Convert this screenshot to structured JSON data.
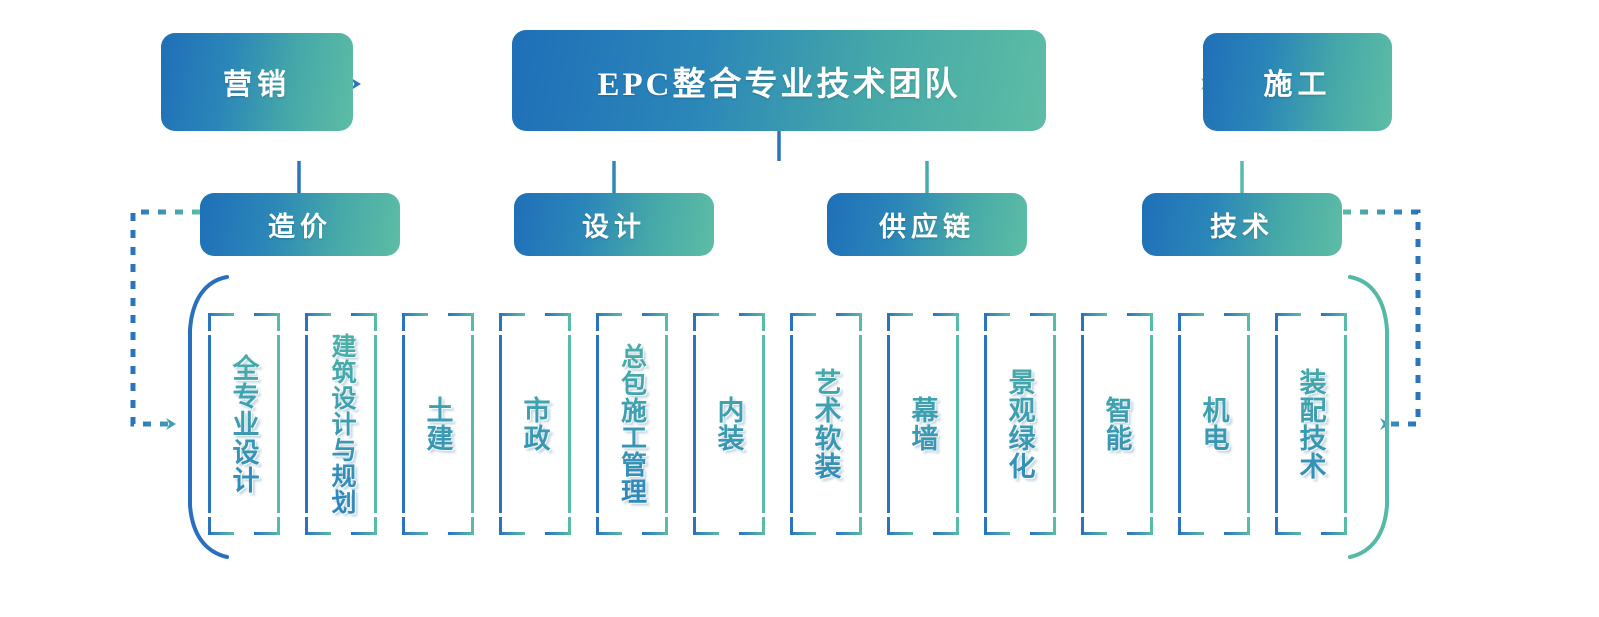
{
  "diagram": {
    "type": "organizational-hierarchy",
    "root": {
      "label": "EPC整合专业技术团队"
    },
    "side_nodes": [
      {
        "id": "marketing",
        "label": "营销",
        "position": "left",
        "arrow": "dashed-arrow-left"
      },
      {
        "id": "construction",
        "label": "施工",
        "position": "right",
        "arrow": "dashed-arrow-right"
      }
    ],
    "departments": [
      {
        "id": "cost",
        "label": "造价"
      },
      {
        "id": "design",
        "label": "设计"
      },
      {
        "id": "supply",
        "label": "供应链"
      },
      {
        "id": "technology",
        "label": "技术"
      }
    ],
    "specialties": [
      {
        "id": "full-professional-design",
        "label": "全专业设计"
      },
      {
        "id": "architectural-planning",
        "label": "建筑设计与规划"
      },
      {
        "id": "civil-engineering",
        "label": "土建"
      },
      {
        "id": "municipal",
        "label": "市政"
      },
      {
        "id": "general-contract-mgmt",
        "label": "总包施工管理"
      },
      {
        "id": "interior-decoration",
        "label": "内装"
      },
      {
        "id": "art-soft-furnishing",
        "label": "艺术软装"
      },
      {
        "id": "curtain-wall",
        "label": "幕墙"
      },
      {
        "id": "landscape-greening",
        "label": "景观绿化"
      },
      {
        "id": "intelligent",
        "label": "智能"
      },
      {
        "id": "electromechanical",
        "label": "机电"
      },
      {
        "id": "assembly-technology",
        "label": "装配技术"
      }
    ],
    "colors": {
      "gradient_start": "#1f6fb8",
      "gradient_mid": "#2b86b8",
      "gradient_end": "#5dbda5",
      "blue": "#2a74bf",
      "teal": "#58bba7",
      "text_on_node": "#ffffff",
      "background": "#ffffff"
    }
  }
}
